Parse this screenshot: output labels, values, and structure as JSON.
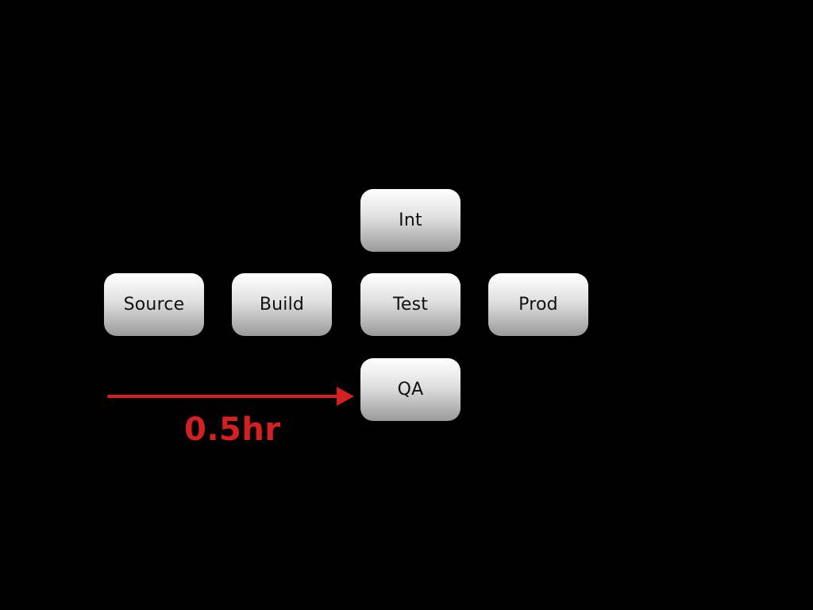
{
  "diagram": {
    "nodes": {
      "source": "Source",
      "build": "Build",
      "int": "Int",
      "test": "Test",
      "qa": "QA",
      "prod": "Prod"
    },
    "annotation": {
      "duration": "0.5hr",
      "color": "#d42020"
    },
    "colors": {
      "background": "#000000",
      "node_top": "#ffffff",
      "node_bottom": "#9a9a9a"
    }
  }
}
